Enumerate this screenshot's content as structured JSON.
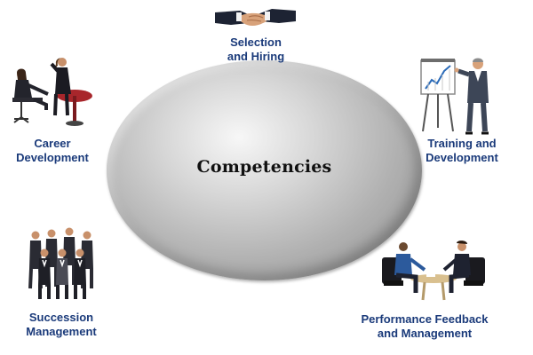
{
  "center": {
    "title": "Competencies"
  },
  "nodes": {
    "selection": {
      "line1": "Selection",
      "line2": "and Hiring",
      "icon": "handshake-icon"
    },
    "career": {
      "line1": "Career",
      "line2": "Development",
      "icon": "office-meeting-icon"
    },
    "training": {
      "line1": "Training and",
      "line2": "Development",
      "icon": "flipchart-presenter-icon"
    },
    "succession": {
      "line1": "Succession",
      "line2": "Management",
      "icon": "business-team-icon"
    },
    "performance": {
      "line1": "Performance Feedback",
      "line2": "and Management",
      "icon": "feedback-meeting-icon"
    }
  },
  "colors": {
    "label": "#1a3a7a",
    "circle": "#b0b0b0",
    "title": "#111111"
  }
}
